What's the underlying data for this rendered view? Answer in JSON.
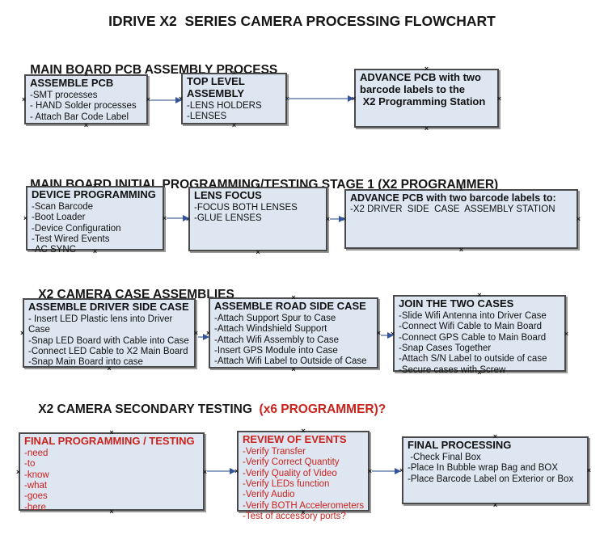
{
  "title": "IDRIVE X2  SERIES CAMERA PROCESSING FLOWCHART",
  "colors": {
    "box_fill": "#dee6f2",
    "box_border": "#4a4a4a",
    "shadow": "#9a9a9a",
    "red": "#cc221c",
    "arrow_line": "#90a2c4",
    "arrow_head": "#33549c"
  },
  "icons": {
    "handle": "×"
  },
  "sections": [
    {
      "heading": "MAIN BOARD PCB ASSEMBLY PROCESS",
      "boxes": [
        {
          "title": "ASSEMBLE PCB",
          "items": [
            "-SMT processes",
            "- HAND Solder processes",
            "- Attach Bar Code Label"
          ]
        },
        {
          "title": "TOP LEVEL ASSEMBLY",
          "items": [
            "-LENS HOLDERS",
            "-LENSES"
          ]
        },
        {
          "title": "ADVANCE PCB with two\nbarcode labels to the\n X2 Programming Station",
          "items": []
        }
      ]
    },
    {
      "heading": "MAIN BOARD INITIAL PROGRAMMING/TESTING STAGE 1 (X2 PROGRAMMER)",
      "boxes": [
        {
          "title": "DEVICE PROGRAMMING",
          "items": [
            "-Scan Barcode",
            "-Boot Loader",
            "-Device Configuration",
            "-Test Wired Events",
            "-AC SYNC"
          ]
        },
        {
          "title": "LENS FOCUS",
          "items": [
            "-FOCUS BOTH LENSES",
            "-GLUE LENSES"
          ]
        },
        {
          "title": "ADVANCE PCB with two barcode labels to:",
          "items": [
            "-X2 DRIVER  SIDE  CASE  ASSEMBLY STATION"
          ]
        }
      ]
    },
    {
      "heading": "X2 CAMERA CASE ASSEMBLIES",
      "boxes": [
        {
          "title": "ASSEMBLE DRIVER SIDE CASE",
          "items": [
            "- Insert LED Plastic lens into Driver Case",
            "-Snap LED Board with Cable into Case",
            "-Connect LED Cable to X2 Main Board",
            "-Snap Main Board into case"
          ]
        },
        {
          "title": "ASSEMBLE ROAD SIDE CASE",
          "items": [
            "-Attach Support Spur to Case",
            "-Attach Windshield Support",
            "-Attach Wifi Assembly to Case",
            "-Insert GPS Module into Case",
            "-Attach Wifi Label to Outside of Case"
          ]
        },
        {
          "title": "JOIN THE TWO CASES",
          "items": [
            "-Slide Wifi Antenna into Driver Case",
            "-Connect Wifi Cable to Main Board",
            "-Connect GPS Cable to Main Board",
            "-Snap Cases Together",
            "-Attach S/N Label to outside of case",
            "-Secure cases with Screw"
          ]
        }
      ]
    },
    {
      "heading": "X2 CAMERA SECONDARY TESTING",
      "heading_suffix": "  (x6 PROGRAMMER)?",
      "boxes": [
        {
          "title": "FINAL PROGRAMMING / TESTING",
          "items": [
            "-need",
            "-to",
            "-know",
            "-what",
            "-goes",
            "-here"
          ]
        },
        {
          "title": "REVIEW OF EVENTS",
          "items": [
            "-Verify Transfer",
            "-Verify Correct Quantity",
            "-Verify Quality of Video",
            "-Verify LEDs function",
            "-Verify Audio",
            "-Verify BOTH Accelerometers",
            "-Test of accessory ports?"
          ]
        },
        {
          "title": "FINAL PROCESSING",
          "items": [
            " -Check Final Box",
            "-Place In Bubble wrap Bag and BOX",
            "-Place Barcode Label on Exterior or Box"
          ]
        }
      ]
    }
  ]
}
